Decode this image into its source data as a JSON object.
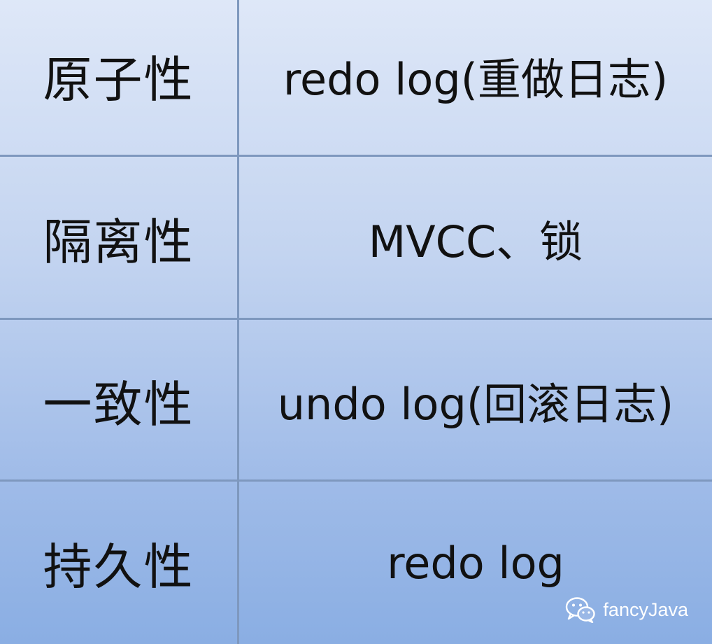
{
  "table": {
    "rows": [
      {
        "property": "原子性",
        "mechanism": "redo log(重做日志)"
      },
      {
        "property": "隔离性",
        "mechanism": "MVCC、锁"
      },
      {
        "property": "一致性",
        "mechanism": "undo log(回滚日志)"
      },
      {
        "property": "持久性",
        "mechanism": "redo log"
      }
    ]
  },
  "watermark": {
    "icon": "wechat-icon",
    "text": "fancyJava"
  },
  "colors": {
    "gradient_top": "#dfe8f8",
    "gradient_bottom": "#8aaee3",
    "grid_line": "#7e98be",
    "text": "#111111",
    "watermark_text": "#ffffff"
  }
}
